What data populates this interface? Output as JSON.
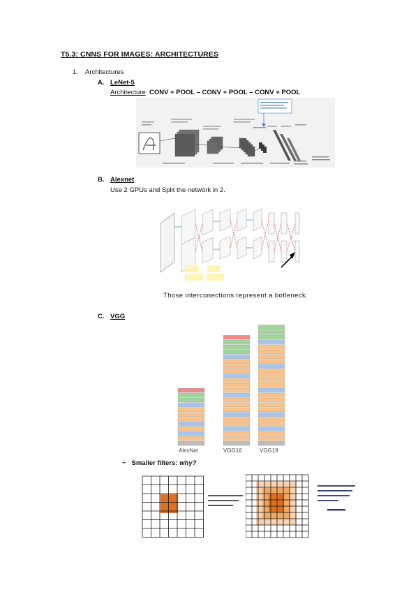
{
  "title": "T5.3: CNNS FOR IMAGES: ARCHITECTURES",
  "section": {
    "number": "1.",
    "label": "Architectures"
  },
  "lenet": {
    "letter": "A.",
    "name": "LeNet-5",
    "arch_label": "Architecture",
    "arch_formula": "CONV + POOL – CONV + POOL – CONV + POOL"
  },
  "alexnet": {
    "letter": "B.",
    "name": "Alexnet",
    "description": "Use 2 GPUs and Split the network in 2.",
    "caption": "Those interconections represent a botleneck."
  },
  "vgg": {
    "letter": "C.",
    "name": "VGG",
    "model_labels": [
      "AlexNet",
      "VGG16",
      "VGG19"
    ],
    "bullet_symbol": "~",
    "bullet_text": "Smaller filters: ",
    "bullet_why": "why?"
  },
  "colors": {
    "conv_orange": "#f7c28b",
    "pool_blue": "#a9c4ea",
    "fc_green": "#9fd49a",
    "softmax_red": "#f08a8a",
    "input_gray": "#bdbdbd",
    "receptive_orange": "#e07020",
    "bottleneck_red": "#d84040"
  }
}
